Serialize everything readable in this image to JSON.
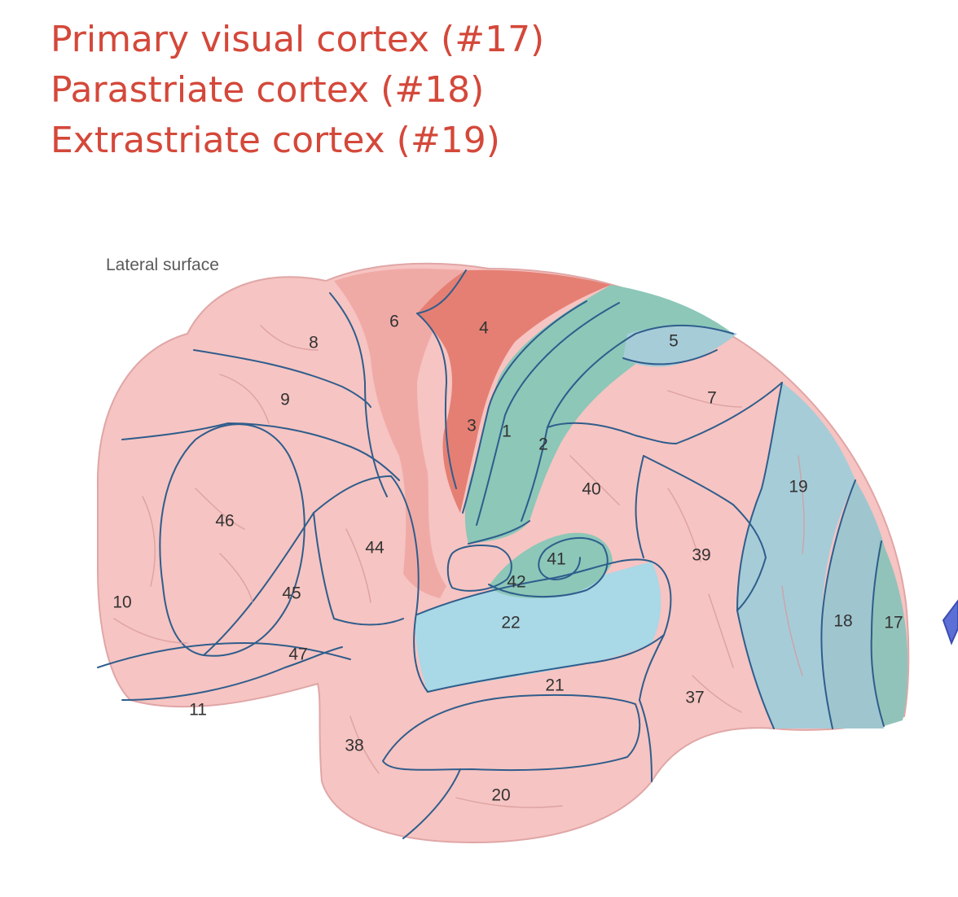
{
  "headings": [
    "Primary visual cortex (#17)",
    "Parastriate cortex (#18)",
    "Extrastriate cortex (#19)"
  ],
  "surface_label": "Lateral surface",
  "areas": [
    "1",
    "2",
    "3",
    "4",
    "5",
    "6",
    "7",
    "8",
    "9",
    "10",
    "11",
    "17",
    "18",
    "19",
    "20",
    "21",
    "22",
    "37",
    "38",
    "39",
    "40",
    "41",
    "42",
    "44",
    "45",
    "46",
    "47"
  ],
  "colors": {
    "heading_text": "#d4483a",
    "cortex_base": "#f6c4c2",
    "motor_area": "#e57f73",
    "premotor_area": "#f0aaa6",
    "somatosensory_area": "#8cc7b8",
    "association_blue": "#a6ccd8",
    "auditory_blue": "#a9d8e6",
    "border_lines": "#2f5d8c",
    "pointer": "#5b6fd6"
  }
}
